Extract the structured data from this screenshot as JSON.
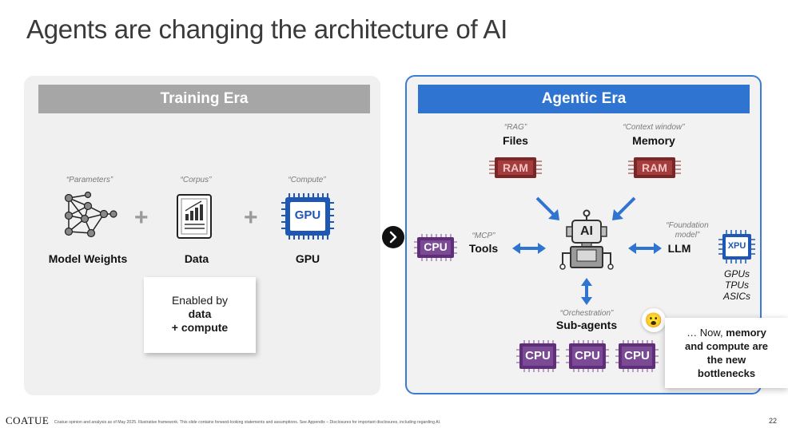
{
  "slide": {
    "title": "Agents are changing the architecture of AI",
    "page_number": "22"
  },
  "training": {
    "header": "Training Era",
    "items": [
      {
        "quote": "“Parameters”",
        "label": "Model Weights"
      },
      {
        "quote": "“Corpus”",
        "label": "Data"
      },
      {
        "quote": "“Compute”",
        "label": "GPU",
        "chip_text": "GPU"
      }
    ],
    "plus": "+",
    "enabled": {
      "line1": "Enabled by",
      "line2": "data",
      "line3": "+ compute"
    }
  },
  "agentic": {
    "header": "Agentic Era",
    "files": {
      "quote": "“RAG”",
      "label": "Files",
      "chip_text": "RAM"
    },
    "memory": {
      "quote": "“Context window”",
      "label": "Memory",
      "chip_text": "RAM"
    },
    "tools": {
      "quote": "“MCP”",
      "label": "Tools",
      "chip_text": "CPU"
    },
    "llm": {
      "quote_line1": "“Foundation",
      "quote_line2": "model”",
      "label": "LLM",
      "chip_text": "XPU",
      "list": [
        "GPUs",
        "TPUs",
        "ASICs"
      ]
    },
    "robot_text": "AI",
    "subagents": {
      "quote": "“Orchestration”",
      "label": "Sub-agents",
      "chip_text": "CPU"
    },
    "callout": {
      "prefix": "… Now, ",
      "bold1": "memory",
      "line2": "and compute are",
      "line3": "the new",
      "line4": "bottlenecks"
    },
    "emoji": "😮"
  },
  "footer": {
    "logo": "COATUE",
    "note": "Coatue opinion and analysis as of May 2025. Illustrative framework. This slide contains forward-looking statements and assumptions. See Appendix – Disclosures for important disclosures, including regarding AI."
  },
  "colors": {
    "blue": "#2f74d0",
    "gray_header": "#a6a6a6",
    "ram": "#8b2a2a",
    "cpu": "#6b3a86",
    "gpu": "#1f57b5"
  }
}
